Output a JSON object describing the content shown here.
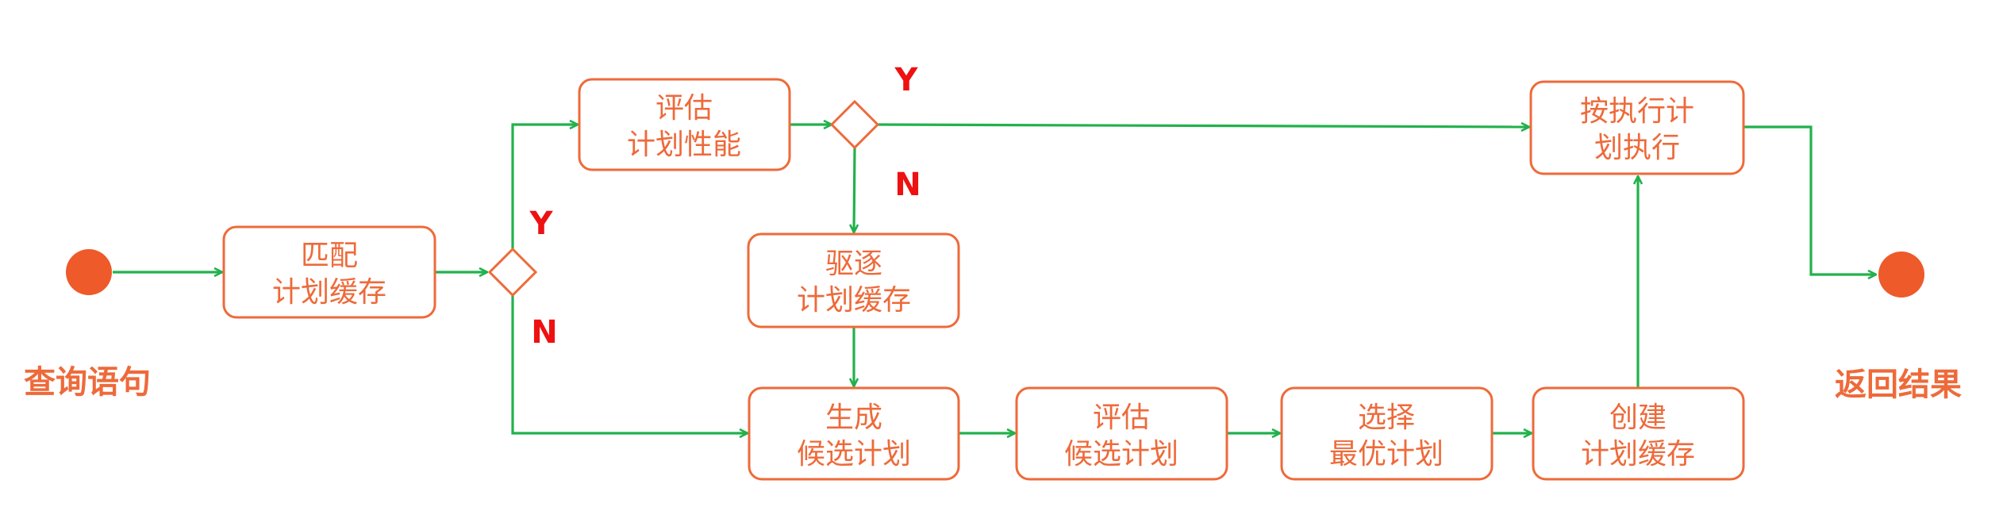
{
  "terminals": {
    "start": "查询语句",
    "end": "返回结果"
  },
  "nodes": {
    "match_cache": [
      "匹配",
      "计划缓存"
    ],
    "eval_perf": [
      "评估",
      "计划性能"
    ],
    "evict_cache": [
      "驱逐",
      "计划缓存"
    ],
    "gen_candidates": [
      "生成",
      "候选计划"
    ],
    "eval_candidates": [
      "评估",
      "候选计划"
    ],
    "select_best": [
      "选择",
      "最优计划"
    ],
    "create_cache": [
      "创建",
      "计划缓存"
    ],
    "execute": [
      "按执行计",
      "划执行"
    ]
  },
  "branches": {
    "d1_yes": "Y",
    "d1_no": "N",
    "d2_yes": "Y",
    "d2_no": "N"
  },
  "colors": {
    "box_stroke": "#ee6a3a",
    "text": "#ee6a3a",
    "terminal": "#ee5a2a",
    "arrow": "#22b14c",
    "branch_label": "#ee1111"
  }
}
